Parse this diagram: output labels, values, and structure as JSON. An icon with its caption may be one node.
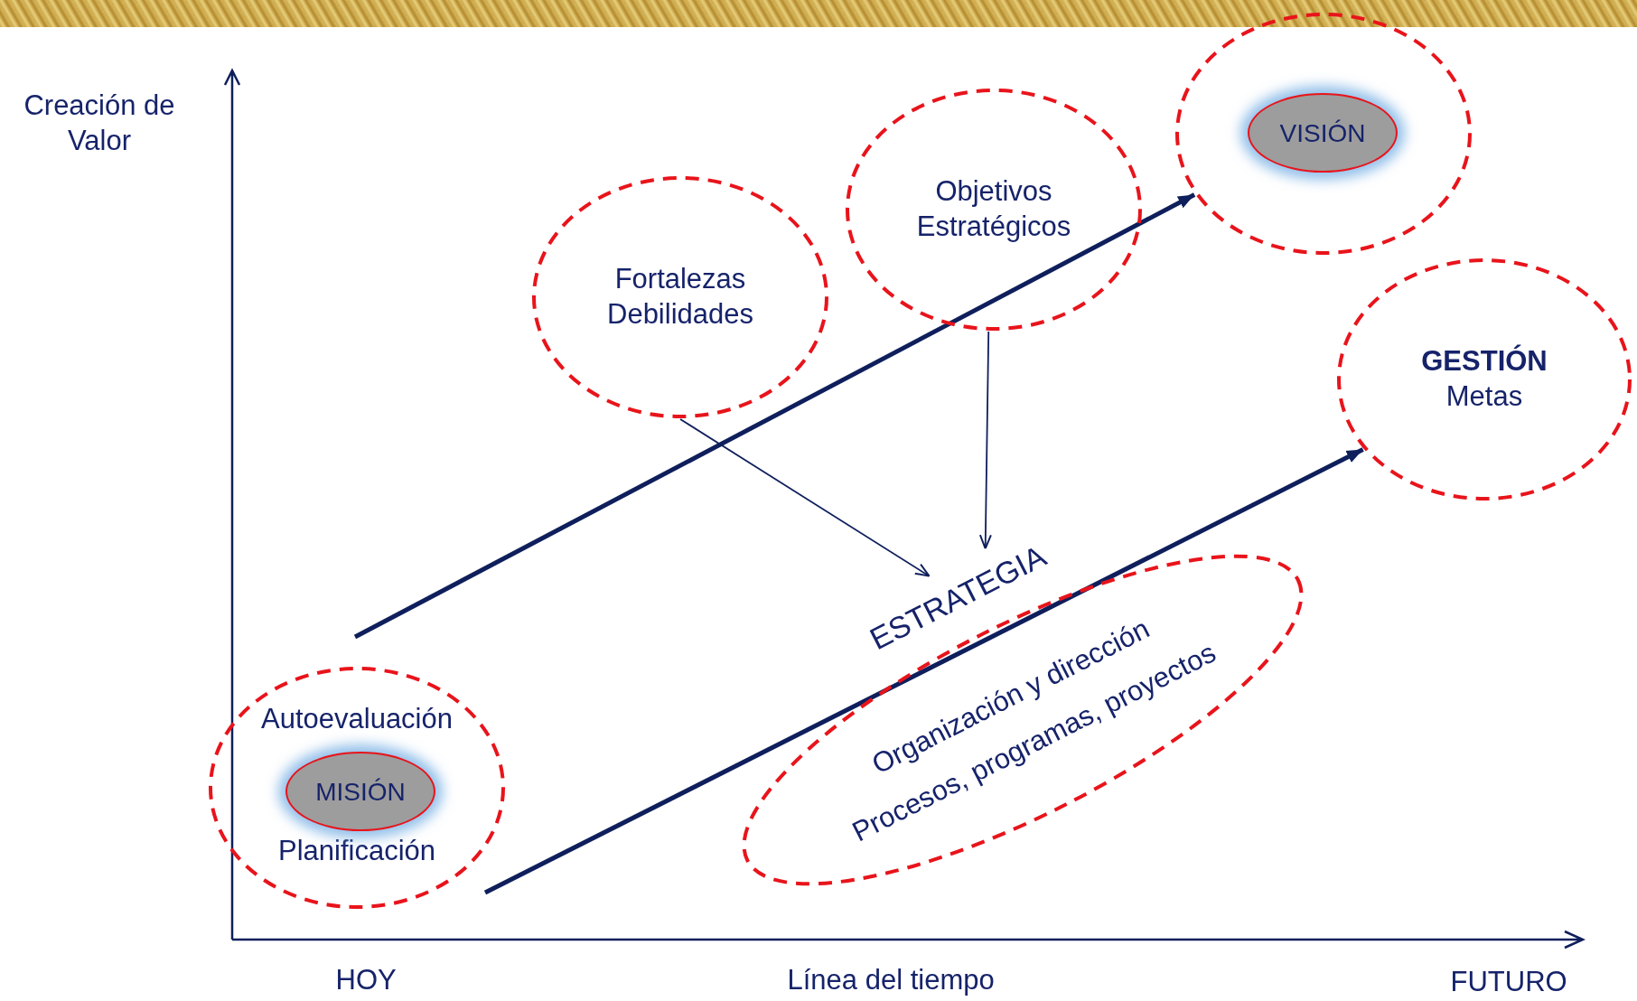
{
  "diagram": {
    "nodes": [
      {
        "text": [
          "Fortalezas Debilidades"
        ]
      },
      {
        "text": [
          "Objetivos Estratégicos"
        ]
      },
      {
        "text": [],
        "shape": "circle"
      },
      {
        "text": [
          "VISIÓN"
        ],
        "in": 2
      },
      {
        "text": [
          "GESTIÓN",
          "Metas"
        ]
      },
      {
        "text": [
          "Autoevaluación",
          "Planificación"
        ]
      },
      {
        "text": [
          "MISIÓN"
        ],
        "in": 5
      },
      {
        "text": [
          "ESTRATEGIA"
        ]
      },
      {
        "text": [
          "Organización y dirección",
          "Procesos, programas, proyectos"
        ]
      }
    ],
    "edges": [
      {
        "from": 0,
        "to": 7,
        "arrow": "to"
      },
      {
        "from": 1,
        "to": 7,
        "arrow": "to"
      },
      {
        "from": null,
        "to": 2,
        "arrow": "to",
        "style": "thick"
      },
      {
        "from": null,
        "to": 4,
        "arrow": "to",
        "style": "thick"
      }
    ],
    "labels": [
      "Creación de Valor",
      "HOY",
      "Línea del tiempo",
      "FUTURO"
    ]
  }
}
